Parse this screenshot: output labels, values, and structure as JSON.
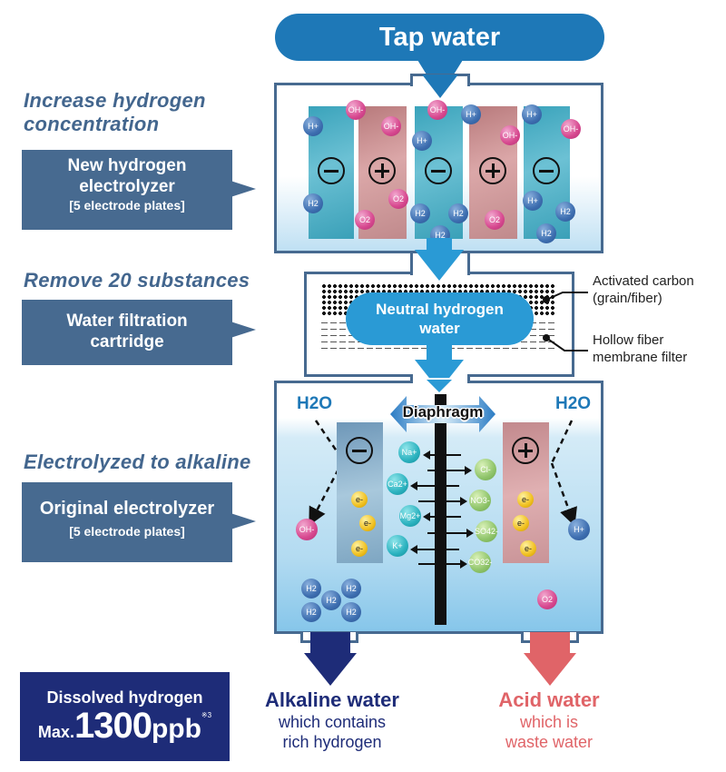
{
  "header": {
    "label": "Tap water"
  },
  "colors": {
    "accent_blue": "#1e78b7",
    "tank_border": "#476a90",
    "callout_bg": "#476a90",
    "alkaline": "#1e2c78",
    "acid": "#e06468",
    "badge_bg": "#1e2c78"
  },
  "sections": [
    {
      "heading_l1": "Increase hydrogen",
      "heading_l2": "concentration",
      "callout_l1": "New hydrogen",
      "callout_l2": "electrolyzer",
      "callout_sub": "[5 electrode plates]"
    },
    {
      "heading_l1": "Remove 20 substances",
      "callout_l1": "Water filtration",
      "callout_l2": "cartridge"
    },
    {
      "heading_l1": "Electrolyzed to alkaline",
      "callout_l1": "Original electrolyzer",
      "callout_sub": "[5 electrode plates]"
    }
  ],
  "electrolyzer1": {
    "plates": [
      "negative",
      "positive",
      "negative",
      "positive",
      "negative"
    ],
    "molecules": [
      {
        "label": "OH-",
        "kind": "pink"
      },
      {
        "label": "H+",
        "kind": "blue"
      },
      {
        "label": "OH-",
        "kind": "pink"
      },
      {
        "label": "OH-",
        "kind": "pink"
      },
      {
        "label": "H+",
        "kind": "blue"
      },
      {
        "label": "H+",
        "kind": "blue"
      },
      {
        "label": "H+",
        "kind": "blue"
      },
      {
        "label": "OH-",
        "kind": "pink"
      },
      {
        "label": "OH-",
        "kind": "pink"
      },
      {
        "label": "H2",
        "kind": "blue"
      },
      {
        "label": "O2",
        "kind": "pink"
      },
      {
        "label": "O2",
        "kind": "pink"
      },
      {
        "label": "H2",
        "kind": "blue"
      },
      {
        "label": "H2",
        "kind": "blue"
      },
      {
        "label": "H2",
        "kind": "blue"
      },
      {
        "label": "O2",
        "kind": "pink"
      },
      {
        "label": "H+",
        "kind": "blue"
      },
      {
        "label": "H2",
        "kind": "blue"
      },
      {
        "label": "H2",
        "kind": "blue"
      }
    ]
  },
  "filter": {
    "center_l1": "Neutral hydrogen",
    "center_l2": "water",
    "label_carbon_l1": "Activated carbon",
    "label_carbon_l2": "(grain/fiber)",
    "label_membrane_l1": "Hollow fiber",
    "label_membrane_l2": "membrane filter"
  },
  "electrolyzer2": {
    "h2o_left": "H2O",
    "h2o_right": "H2O",
    "diaphragm": "Diaphragm",
    "cations": [
      "Na+",
      "Ca2+",
      "Mg2+",
      "K+"
    ],
    "anions": [
      "Cl-",
      "NO3-",
      "SO42-",
      "CO32-"
    ],
    "electrons_left": [
      "e-",
      "e-",
      "e-"
    ],
    "electrons_right": [
      "e-",
      "e-",
      "e-"
    ],
    "left_ion": "OH-",
    "right_ion": "H+",
    "h2_cluster": [
      "H2",
      "H2",
      "H2",
      "H2",
      "H2"
    ],
    "o2": "O2"
  },
  "outputs": {
    "alkaline_title": "Alkaline water",
    "alkaline_l1": "which contains",
    "alkaline_l2": "rich hydrogen",
    "acid_title": "Acid water",
    "acid_l1": "which is",
    "acid_l2": "waste water"
  },
  "badge": {
    "line1": "Dissolved hydrogen",
    "prefix": "Max.",
    "value": "1300",
    "unit": "ppb",
    "note": "※3"
  }
}
